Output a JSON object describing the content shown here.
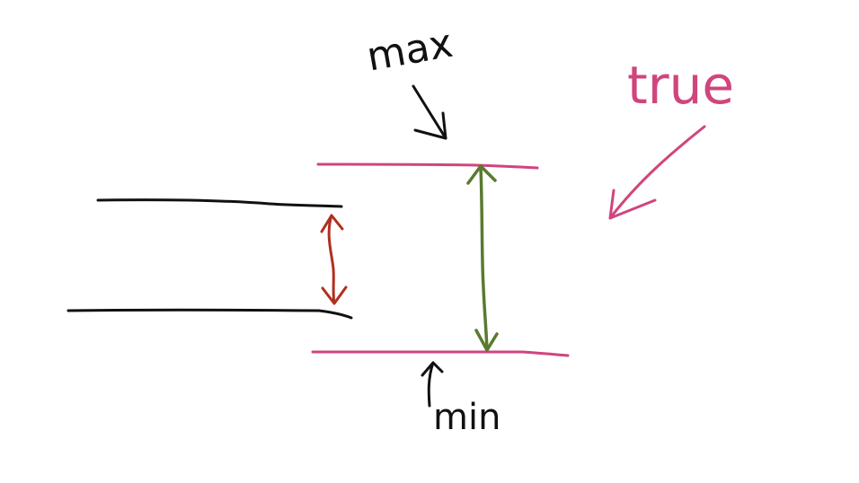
{
  "labels": {
    "max": "max",
    "min": "min",
    "true": "true"
  },
  "colors": {
    "black_ink": "#111111",
    "pink_ink": "#d0457e",
    "green_ink": "#5a7a30",
    "red_ink": "#b03020"
  }
}
